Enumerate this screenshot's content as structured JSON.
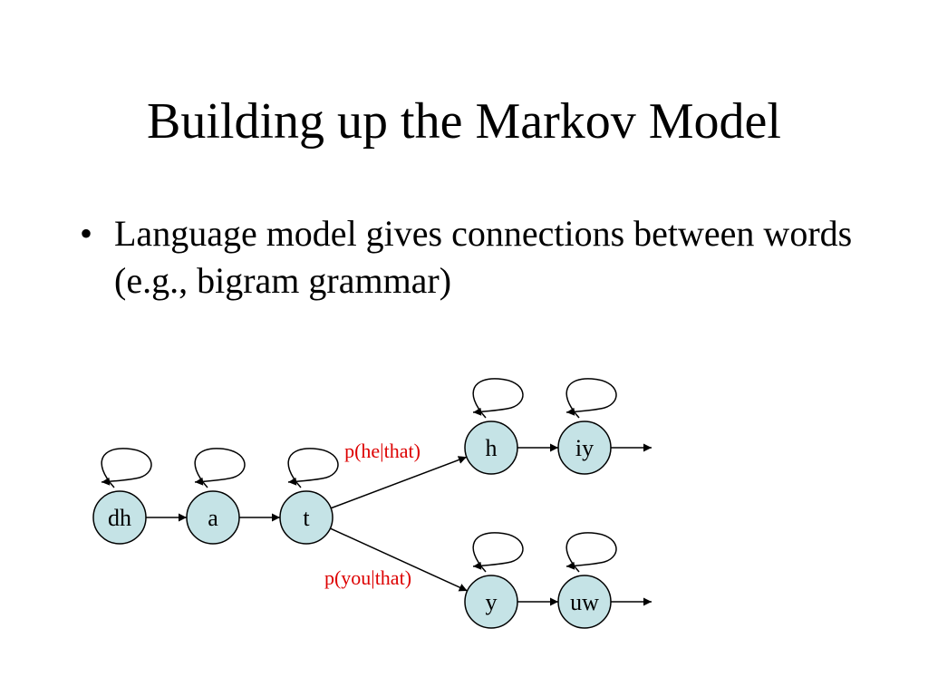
{
  "slide": {
    "title": "Building up the Markov Model",
    "bullets": [
      {
        "marker": "•",
        "text": "Language model gives connections between words (e.g., bigram grammar)"
      }
    ]
  },
  "diagram": {
    "node_fill": "#c5e3e6",
    "label_color": "#dd0000",
    "nodes": [
      {
        "id": "dh",
        "label": "dh"
      },
      {
        "id": "a",
        "label": "a"
      },
      {
        "id": "t",
        "label": "t"
      },
      {
        "id": "h",
        "label": "h"
      },
      {
        "id": "iy",
        "label": "iy"
      },
      {
        "id": "y",
        "label": "y"
      },
      {
        "id": "uw",
        "label": "uw"
      }
    ],
    "edges": [
      {
        "from": "dh",
        "to": "a"
      },
      {
        "from": "a",
        "to": "t"
      },
      {
        "from": "t",
        "to": "h",
        "label": "p(he|that)"
      },
      {
        "from": "t",
        "to": "y",
        "label": "p(you|that)"
      },
      {
        "from": "h",
        "to": "iy"
      },
      {
        "from": "y",
        "to": "uw"
      }
    ],
    "self_loops": [
      "dh",
      "a",
      "t",
      "h",
      "iy",
      "y",
      "uw"
    ],
    "exit_arrows": [
      "iy",
      "uw"
    ]
  }
}
